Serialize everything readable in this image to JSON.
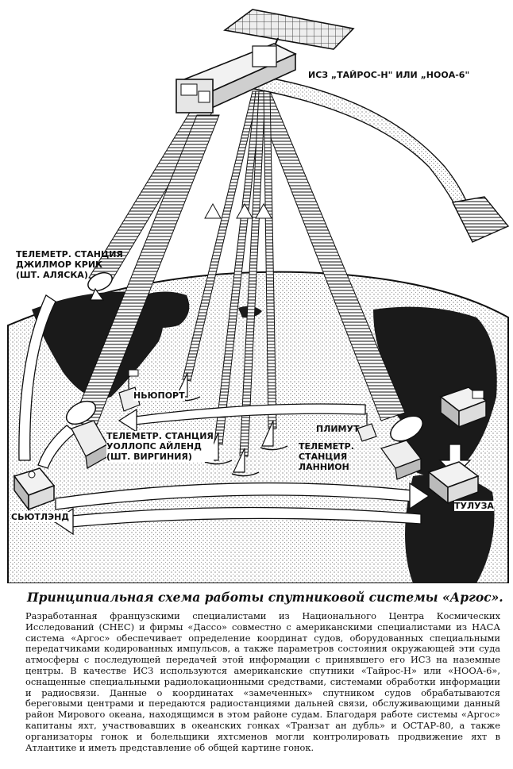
{
  "labels": {
    "satellite": "ИСЗ „ТАЙРОС-Н\" ИЛИ „НООА-6\"",
    "gilmore": "ТЕЛЕМЕТР. СТАНЦИЯ\nДЖИЛМОР КРИК\n(ШТ. АЛЯСКА)",
    "newport": "НЬЮПОРТ",
    "wallops": "ТЕЛЕМЕТР. СТАНЦИЯ\nУОЛЛОПС АЙЛЕНД\n(ШТ. ВИРГИНИЯ)",
    "plymouth": "ПЛИМУТ",
    "lannion": "ТЕЛЕМЕТР.\nСТАНЦИЯ\nЛАННИОН",
    "suitland": "СЬЮТЛЭНД",
    "toulouse": "ТУЛУЗА"
  },
  "caption": {
    "title": "Принципиальная схема работы спутниковой системы «Аргос».",
    "body": "Разработанная французскими специалистами из Национального Центра Космических Исследований (СНЕС) и фирмы «Дассо» совместно с американскими специалистами из НАСА система «Аргос» обеспечивает определение координат судов, оборудованных специальными передатчиками кодированных импульсов, а также параметров состояния окружающей эти суда атмосферы с последующей передачей этой информации с принявшего его ИСЗ на наземные центры. В качестве ИСЗ используются американские спутники «Тайрос-Н» или «НООА-6», оснащенные специальными радиолокационными средствами, системами обработки информации и радиосвязи. Данные о координатах «замеченных» спутником судов обрабатываются береговыми центрами и передаются радиостанциями дальней связи, обслуживающими данный район Мирового океана, находящимся в этом районе судам. Благодаря работе системы «Аргос» капитаны яхт, участвовавших в океанских гонках «Транзат ан дубль» и ОСТАР-80, а также организаторы гонок и болельщики яхтсменов могли контролировать продвижение яхт в Атлантике и иметь представление об общей картине гонок."
  }
}
